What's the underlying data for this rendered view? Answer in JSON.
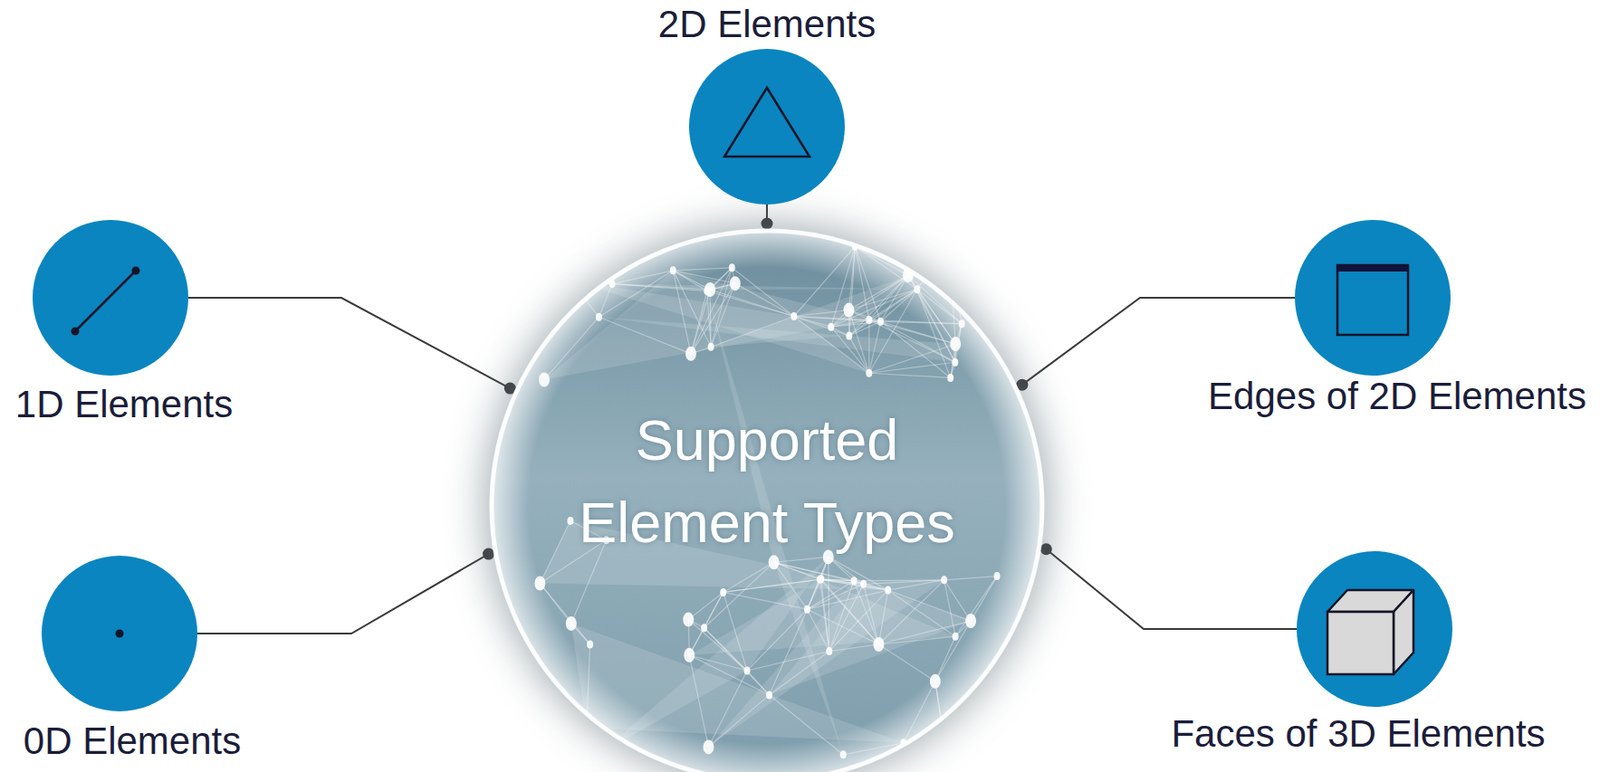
{
  "diagram": {
    "nodes": [
      {
        "text": [
          "Supported Element Types"
        ]
      },
      {
        "text": [
          "2D Elements"
        ]
      },
      {
        "text": [
          "1D Elements"
        ]
      },
      {
        "text": [
          "Edges of 2D Elements"
        ]
      },
      {
        "text": [
          "0D Elements"
        ]
      },
      {
        "text": [
          "Faces of 3D Elements"
        ]
      }
    ],
    "edges": [
      {
        "from": 1,
        "to": 0,
        "arrow": "none"
      },
      {
        "from": 2,
        "to": 0,
        "arrow": "none"
      },
      {
        "from": 3,
        "to": 0,
        "arrow": "none"
      },
      {
        "from": 4,
        "to": 0,
        "arrow": "none"
      },
      {
        "from": 5,
        "to": 0,
        "arrow": "none"
      }
    ]
  }
}
